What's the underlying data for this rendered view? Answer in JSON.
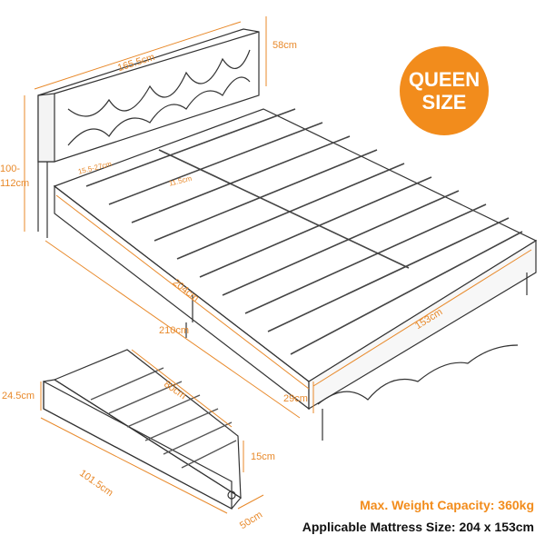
{
  "badge": {
    "line1": "QUEEN",
    "line2": "SIZE"
  },
  "dimensions": {
    "headboard_width": "165.5cm",
    "headboard_height": "58cm",
    "total_height": "100-112cm",
    "slat_height": "15.5-27cm",
    "slat_gap": "11.5cm",
    "inner_length": "204cm",
    "inner_width": "153cm",
    "total_length": "210cm",
    "frame_height": "29cm",
    "drawer_height": "24.5cm",
    "drawer_depth": "80cm",
    "drawer_inner_height": "15cm",
    "drawer_length": "101.5cm",
    "drawer_width": "50cm"
  },
  "specs": {
    "max_weight": "Max. Weight Capacity: 360kg",
    "mattress_size": "Applicable Mattress Size: 204 x 153cm"
  },
  "colors": {
    "accent": "#f28c1c",
    "line": "#333333"
  }
}
